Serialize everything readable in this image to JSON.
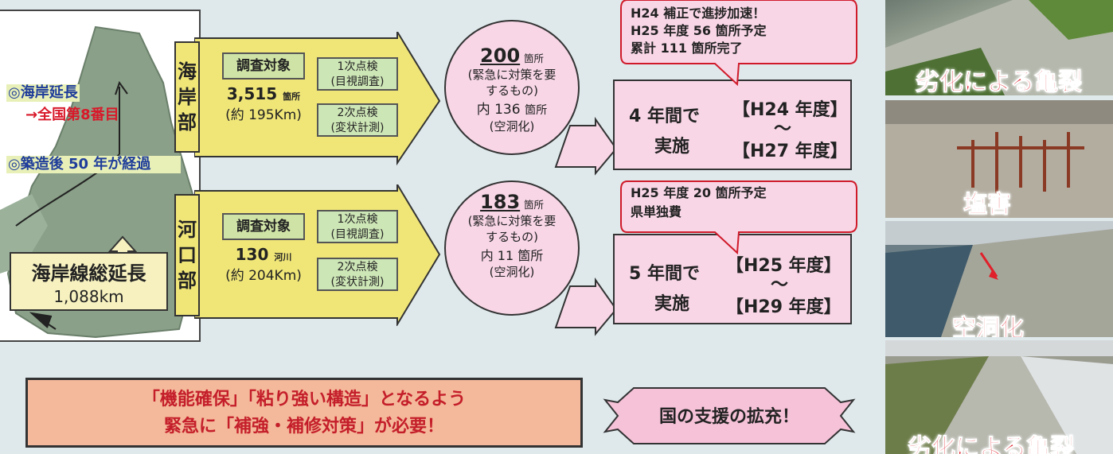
{
  "map": {
    "note_coast_length": "◎海岸延長",
    "note_rank": "→全国第8番目",
    "note_age": "◎築造後 50 年が経過",
    "total_label": "海岸線総延長",
    "total_value": "1,088km"
  },
  "coast": {
    "tab": [
      "海",
      "岸",
      "部"
    ],
    "target_label": "調査対象",
    "target_count": "3,515",
    "target_unit": "箇所",
    "target_length": "(約 195Km)",
    "insp1_title": "1次点検",
    "insp1_sub": "(目視調査)",
    "insp2_title": "2次点検",
    "insp2_sub": "(変状計測)",
    "urgent_count": "200",
    "urgent_unit": "箇所",
    "urgent_desc1": "(緊急に対策を要",
    "urgent_desc2": "するもの)",
    "void_line": "内 136",
    "void_unit": "箇所",
    "void_desc": "(空洞化)",
    "plan_period": "4 年間で",
    "plan_action": "実施",
    "plan_from": "【H24 年度】",
    "plan_tilde": "～",
    "plan_to": "【H27 年度】",
    "callout1": "H24 補正で進捗加速！",
    "callout2": "H25 年度 56 箇所予定",
    "callout3": "累計 111 箇所完了"
  },
  "river": {
    "tab": [
      "河",
      "口",
      "部"
    ],
    "target_label": "調査対象",
    "target_count": "130",
    "target_unit": "河川",
    "target_length": "(約 204Km)",
    "insp1_title": "1次点検",
    "insp1_sub": "(目視調査)",
    "insp2_title": "2次点検",
    "insp2_sub": "(変状計測)",
    "urgent_count": "183",
    "urgent_unit": "箇所",
    "urgent_desc1": "(緊急に対策を要",
    "urgent_desc2": "するもの)",
    "void_line": "内 11 箇所",
    "void_desc": "(空洞化)",
    "plan_period": "5 年間で",
    "plan_action": "実施",
    "plan_from": "【H25 年度】",
    "plan_tilde": "～",
    "plan_to": "【H29 年度】",
    "callout1": "H25 年度 20 箇所予定",
    "callout2": "県単独費"
  },
  "photos": {
    "caption1": "劣化による亀裂",
    "caption2": "塩害",
    "caption3": "空洞化",
    "caption4": "劣化による亀裂"
  },
  "bottom": {
    "urgent_line1": "「機能確保」「粘り強い構造」となるよう",
    "urgent_line2": "緊急に「補強・補修対策」が必要！",
    "support": "国の支援の拡充！"
  }
}
